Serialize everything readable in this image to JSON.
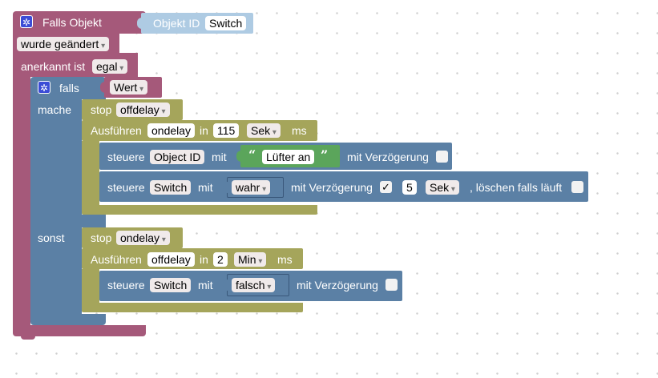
{
  "trigger": {
    "title": "Falls Objekt",
    "object_label": "Objekt ID",
    "object_value": "Switch",
    "change_value": "wurde geändert",
    "ack_label": "anerkannt ist",
    "ack_value": "egal"
  },
  "if_block": {
    "label": "falls",
    "condition_value": "Wert",
    "do_label": "mache",
    "else_label": "sonst"
  },
  "then_branch": {
    "stop": {
      "label": "stop",
      "timer": "offdelay"
    },
    "timeout": {
      "label": "Ausführen",
      "timer": "ondelay",
      "in_label": "in",
      "delay": "115",
      "unit": "Sek",
      "ms_label": "ms"
    },
    "control1": {
      "label": "steuere",
      "object": "Object ID",
      "with_label": "mit",
      "text_value": "Lüfter an",
      "delay_label": "mit Verzögerung"
    },
    "control2": {
      "label": "steuere",
      "object": "Switch",
      "with_label": "mit",
      "bool_value": "wahr",
      "delay_label": "mit Verzögerung",
      "delay_checked": "✓",
      "delay_value": "5",
      "delay_unit": "Sek",
      "clear_label": ", löschen falls läuft"
    }
  },
  "else_branch": {
    "stop": {
      "label": "stop",
      "timer": "ondelay"
    },
    "timeout": {
      "label": "Ausführen",
      "timer": "offdelay",
      "in_label": "in",
      "delay": "2",
      "unit": "Min",
      "ms_label": "ms"
    },
    "control": {
      "label": "steuere",
      "object": "Switch",
      "with_label": "mit",
      "bool_value": "falsch",
      "delay_label": "mit Verzögerung"
    }
  },
  "colors": {
    "event_block": "#a5597a",
    "logic_block": "#5b80a5",
    "timer_block": "#a5a55b",
    "text_block": "#5ba55b",
    "object_block": "#aecbe3"
  }
}
